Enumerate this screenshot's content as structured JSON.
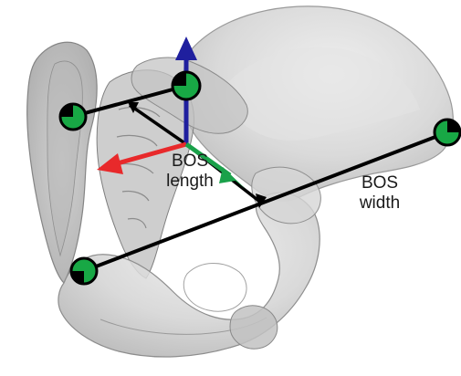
{
  "labels": {
    "bos_length": {
      "line1": "BOS",
      "line2": "length"
    },
    "bos_width": {
      "line1": "BOS",
      "line2": "width"
    }
  },
  "markers": [
    {
      "name": "left-asis-marker"
    },
    {
      "name": "right-asis-marker"
    },
    {
      "name": "left-psis-marker"
    },
    {
      "name": "pubic-marker"
    }
  ],
  "axes": {
    "vertical_color": "#1f1f9e",
    "lateral_color": "#e8292b",
    "anterior_color": "#1aa14a"
  },
  "colors": {
    "bone_fill": "#cfcfcf",
    "bone_stroke": "#8a8a8a",
    "marker_fill": "#18a845",
    "marker_stroke": "#000000",
    "segment_color": "#000000"
  }
}
